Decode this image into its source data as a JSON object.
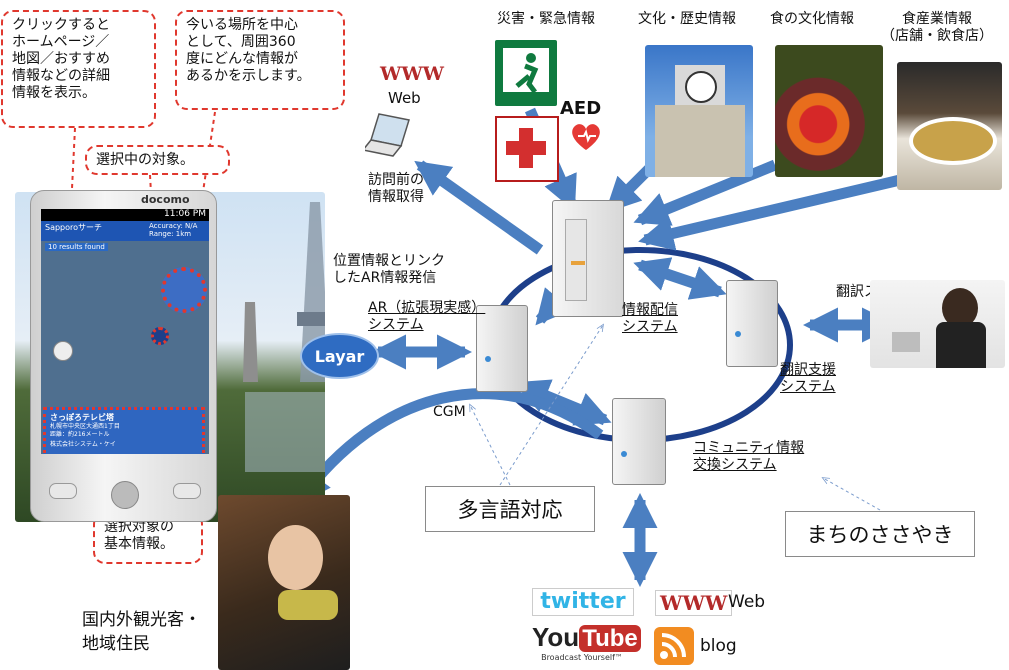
{
  "callouts": {
    "click": "クリックすると\nホームページ／\n地図／おすすめ\n情報などの詳細\n情報を表示。",
    "center": "今いる場所を中心\nとして、周囲360\n度にどんな情報が\nあるかを示します。",
    "selected": "選択中の対象。",
    "basic": "選択対象の\n基本情報。"
  },
  "categories": {
    "disaster": "災害・緊急情報",
    "culture": "文化・歴史情報",
    "food": "食の文化情報",
    "industry": "食産業情報\n（店舗・飲食店）"
  },
  "aed_label": "AED",
  "web_logo": "WWW",
  "web_label": "Web",
  "visit_label": "訪問前の\n情報取得",
  "ar_info_label": "位置情報とリンク\nしたAR情報発信",
  "ar_system": "AR（拡張現実感）\nシステム",
  "info_system": "情報配信\nシステム",
  "translate_staff": "翻訳スタッフ",
  "translate_system": "翻訳支援\nシステム",
  "cgm": "CGM",
  "community_system": "コミュニティ情報\n交換システム",
  "multilang": "多言語対応",
  "machi": "まちのささやき",
  "tourist": "国内外観光客・\n地域住民",
  "layar": "Layar",
  "twitter": "twitter",
  "youtube_you": "You",
  "youtube_tube": "Tube",
  "youtube_sub": "Broadcast Yourself™",
  "web2_label": "Web",
  "blog_label": "blog",
  "phone": {
    "carrier": "docomo",
    "time": "11:06 PM",
    "search_tag": "Sapporoサーチ",
    "accuracy": "Accuracy: N/A\nRange: 1km",
    "results": "10 results found",
    "poi_title": "さっぽろテレビ塔",
    "poi_detail": "札幌市中央区大通西1丁目\n距離：約216メートル",
    "poi_footer": "株式会社システム・ケイ"
  }
}
